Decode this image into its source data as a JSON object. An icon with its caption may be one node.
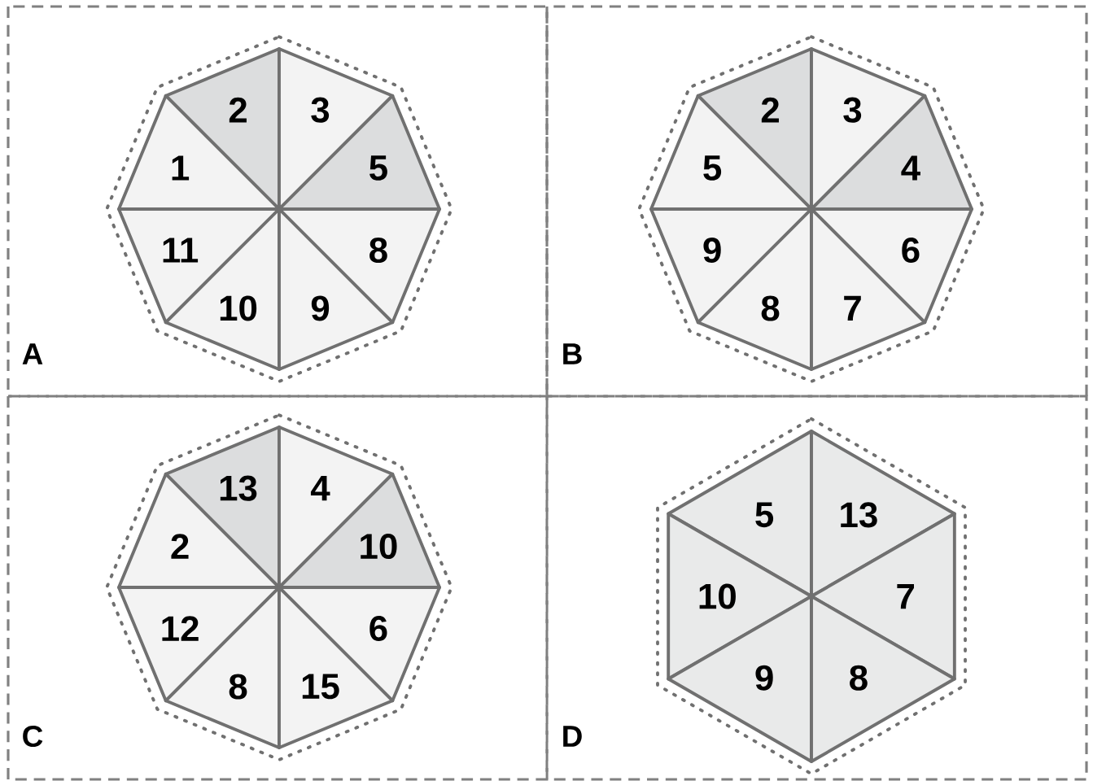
{
  "diagram": {
    "nodes": [
      {
        "text": [
          "A"
        ]
      },
      {
        "text": [],
        "shape": "octagon",
        "in": 0
      },
      {
        "text": [
          "2"
        ],
        "in": 1
      },
      {
        "text": [
          "3"
        ],
        "in": 1
      },
      {
        "text": [
          "1"
        ],
        "in": 1
      },
      {
        "text": [
          "5"
        ],
        "in": 1
      },
      {
        "text": [
          "11"
        ],
        "in": 1
      },
      {
        "text": [
          "8"
        ],
        "in": 1
      },
      {
        "text": [
          "10"
        ],
        "in": 1
      },
      {
        "text": [
          "9"
        ],
        "in": 1
      },
      {
        "text": [
          "B"
        ]
      },
      {
        "text": [],
        "shape": "octagon",
        "in": 10
      },
      {
        "text": [
          "2"
        ],
        "in": 11
      },
      {
        "text": [
          "3"
        ],
        "in": 11
      },
      {
        "text": [
          "5"
        ],
        "in": 11
      },
      {
        "text": [
          "4"
        ],
        "in": 11
      },
      {
        "text": [
          "9"
        ],
        "in": 11
      },
      {
        "text": [
          "6"
        ],
        "in": 11
      },
      {
        "text": [
          "8"
        ],
        "in": 11
      },
      {
        "text": [
          "7"
        ],
        "in": 11
      },
      {
        "text": [
          "C"
        ]
      },
      {
        "text": [],
        "shape": "octagon",
        "in": 20
      },
      {
        "text": [
          "13"
        ],
        "in": 21
      },
      {
        "text": [
          "4"
        ],
        "in": 21
      },
      {
        "text": [
          "2"
        ],
        "in": 21
      },
      {
        "text": [
          "10"
        ],
        "in": 21
      },
      {
        "text": [
          "12"
        ],
        "in": 21
      },
      {
        "text": [
          "6"
        ],
        "in": 21
      },
      {
        "text": [
          "8"
        ],
        "in": 21
      },
      {
        "text": [
          "15"
        ],
        "in": 21
      },
      {
        "text": [
          "D"
        ]
      },
      {
        "text": [],
        "shape": "hexagon",
        "in": 30
      },
      {
        "text": [
          "5"
        ],
        "in": 31
      },
      {
        "text": [
          "13"
        ],
        "in": 31
      },
      {
        "text": [
          "10"
        ],
        "in": 31
      },
      {
        "text": [
          "7"
        ],
        "in": 31
      },
      {
        "text": [
          "9"
        ],
        "in": 31
      },
      {
        "text": [
          "8"
        ],
        "in": 31
      }
    ]
  }
}
